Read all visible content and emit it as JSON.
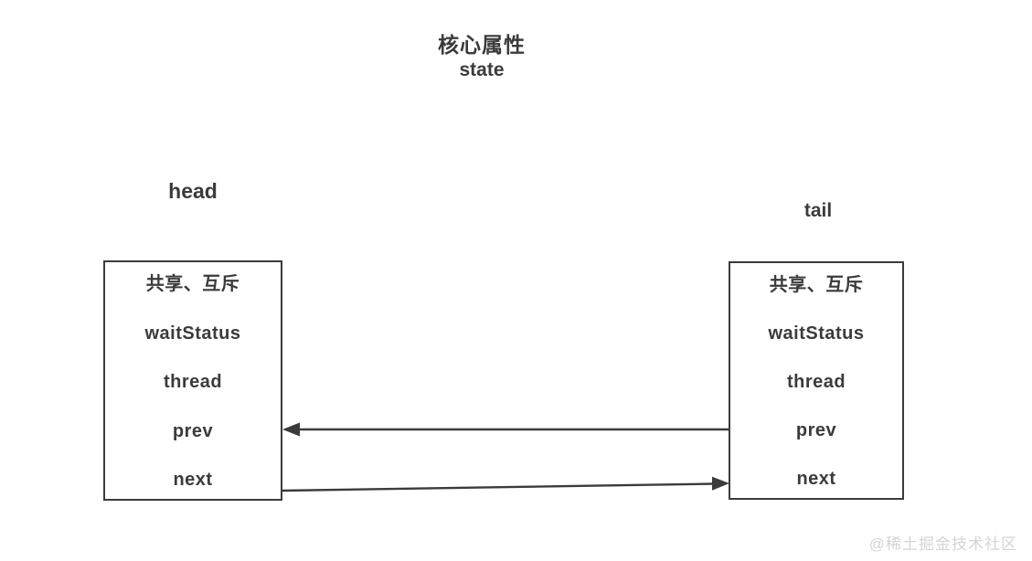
{
  "title": {
    "line1": "核心属性",
    "line2": "state"
  },
  "nodes": {
    "head": {
      "label": "head",
      "fields": [
        "共享、互斥",
        "waitStatus",
        "thread",
        "prev",
        "next"
      ]
    },
    "tail": {
      "label": "tail",
      "fields": [
        "共享、互斥",
        "waitStatus",
        "thread",
        "prev",
        "next"
      ]
    }
  },
  "arrows": [
    {
      "id": "prev-pointer",
      "from": "tail",
      "to": "head"
    },
    {
      "id": "next-pointer",
      "from": "head",
      "to": "tail"
    }
  ],
  "watermark": "@稀土掘金技术社区",
  "colors": {
    "line": "#3b3b3b",
    "text": "#3b3b3b",
    "watermark": "#d4d4d4",
    "background": "#ffffff"
  }
}
